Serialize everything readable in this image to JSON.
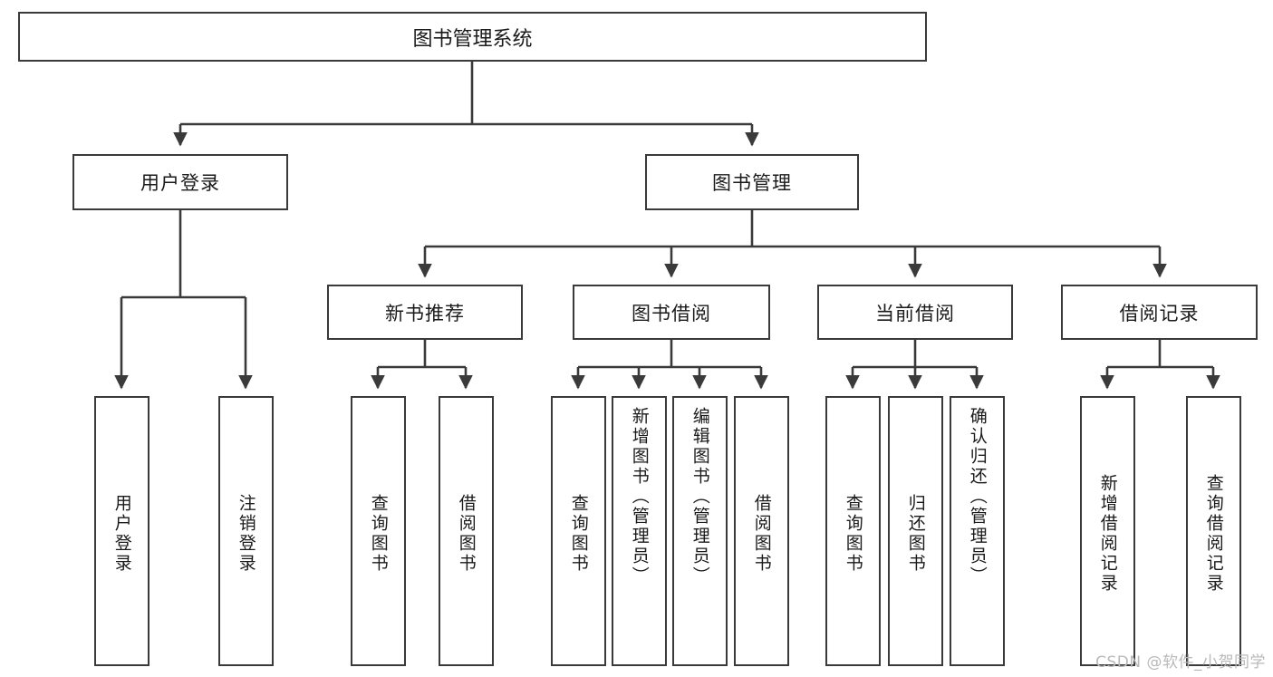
{
  "diagram": {
    "title": "图书管理系统",
    "watermark": "CSDN @软件_小贺同学",
    "line_color": "#3a3a3a",
    "box_border_color": "#3a3a3a",
    "box_fill_color": "#ffffff",
    "text_color": "#1a1a1a",
    "root": {
      "label": "图书管理系统"
    },
    "level2": [
      {
        "label": "用户登录"
      },
      {
        "label": "图书管理"
      }
    ],
    "level3": [
      {
        "label": "新书推荐"
      },
      {
        "label": "图书借阅"
      },
      {
        "label": "当前借阅"
      },
      {
        "label": "借阅记录"
      }
    ],
    "leaves": {
      "user_login": [
        {
          "label": "用户登录"
        },
        {
          "label": "注销登录"
        }
      ],
      "new_book": [
        {
          "label": "查询图书"
        },
        {
          "label": "借阅图书"
        }
      ],
      "book_borrow": [
        {
          "label": "查询图书"
        },
        {
          "label": "新增图书（管理员）"
        },
        {
          "label": "编辑图书（管理员）"
        },
        {
          "label": "借阅图书"
        }
      ],
      "current_borrow": [
        {
          "label": "查询图书"
        },
        {
          "label": "归还图书"
        },
        {
          "label": "确认归还（管理员）"
        }
      ],
      "borrow_record": [
        {
          "label": "新增借阅记录"
        },
        {
          "label": "查询借阅记录"
        }
      ]
    }
  }
}
